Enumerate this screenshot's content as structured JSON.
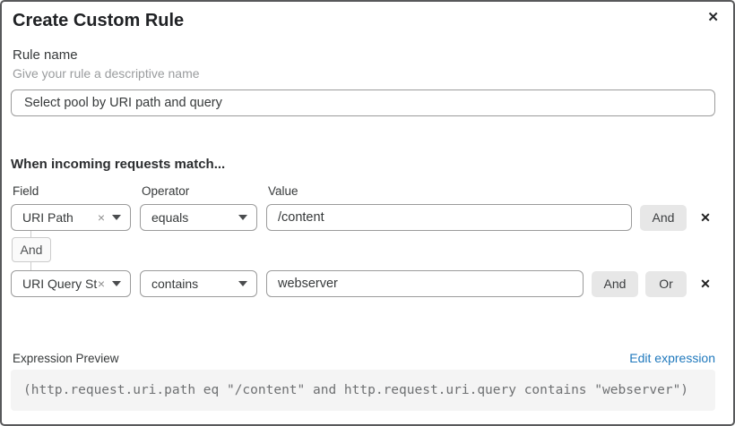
{
  "dialog": {
    "title": "Create Custom Rule"
  },
  "icons": {
    "close": "✕",
    "clear": "×"
  },
  "rule_name": {
    "label": "Rule name",
    "hint": "Give your rule a descriptive name",
    "value": "Select pool by URI path and query"
  },
  "matcher": {
    "heading": "When incoming requests match...",
    "columns": {
      "field": "Field",
      "operator": "Operator",
      "value": "Value"
    },
    "connector_label": "And",
    "rows": [
      {
        "field": "URI Path",
        "operator": "equals",
        "value": "/content",
        "buttons": [
          "And"
        ]
      },
      {
        "field": "URI Query St...",
        "operator": "contains",
        "value": "webserver",
        "buttons": [
          "And",
          "Or"
        ]
      }
    ]
  },
  "expression": {
    "label": "Expression Preview",
    "edit_link": "Edit expression",
    "code": "(http.request.uri.path eq \"/content\" and http.request.uri.query contains \"webserver\")"
  },
  "colors": {
    "link_blue": "#2079bd",
    "button_gray": "#e7e7e7",
    "border_gray": "#9b9b9b",
    "code_bg": "#f4f4f4"
  }
}
